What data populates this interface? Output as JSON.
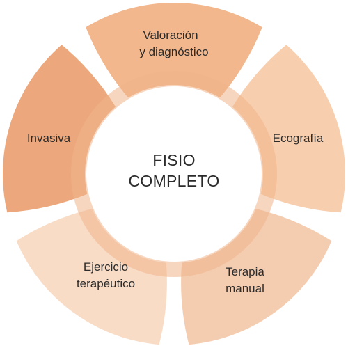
{
  "center": {
    "line1": "FISIO",
    "line2": "COMPLETO"
  },
  "segments": [
    {
      "id": "valoracion",
      "lines": [
        "Valoración",
        "y diagnóstico"
      ],
      "color": "#f2b78c"
    },
    {
      "id": "ecografia",
      "lines": [
        "Ecografía",
        ""
      ],
      "color": "#f8cfae"
    },
    {
      "id": "terapia",
      "lines": [
        "Terapia",
        "manual"
      ],
      "color": "#f4cdb1"
    },
    {
      "id": "ejercicio",
      "lines": [
        "Ejercicio",
        "terapéutico"
      ],
      "color": "#f9dcc6"
    },
    {
      "id": "invasiva",
      "lines": [
        "Invasiva",
        ""
      ],
      "color": "#eca87c"
    }
  ],
  "colors": {
    "background": "#ffffff",
    "inner_ring": "#f0b48a",
    "center_fill": "#ffffff",
    "text": "#2b2b2b"
  }
}
